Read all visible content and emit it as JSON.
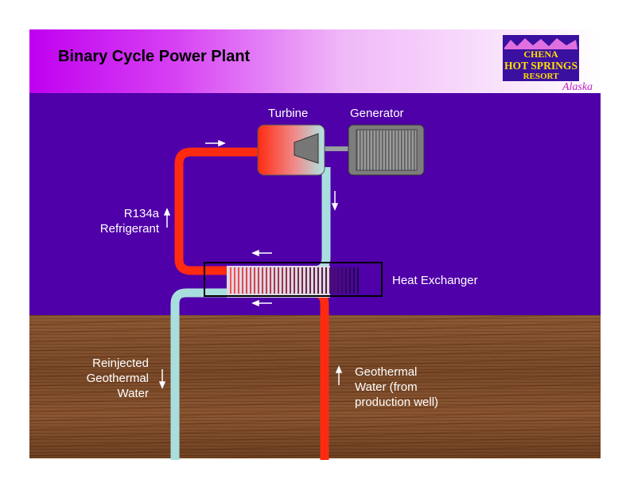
{
  "slide": {
    "title": "Binary Cycle Power Plant"
  },
  "logo": {
    "line1": "CHENA",
    "line2": "HOT SPRINGS",
    "line3": "RESORT",
    "script": "Alaska"
  },
  "diagram": {
    "turbine_label": "Turbine",
    "generator_label": "Generator",
    "refrigerant_label": "R134a\nRefrigerant",
    "heat_exchanger_label": "Heat Exchanger",
    "reinjected_label": "Reinjected\nGeothermal\nWater",
    "geothermal_label": "Geothermal\nWater (from\nproduction well)"
  },
  "colors": {
    "sky": "#4f00a8",
    "hot_pipe": "#ff2a10",
    "cold_pipe": "#a9dede",
    "header_accent": "#c000f0",
    "generator": "#8a8a8a",
    "label": "#ffffff"
  }
}
